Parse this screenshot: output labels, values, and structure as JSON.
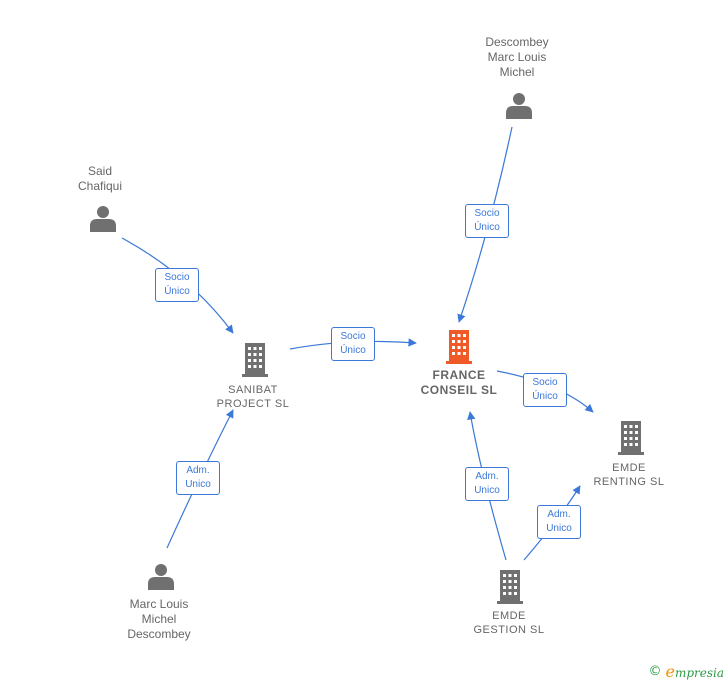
{
  "colors": {
    "edge": "#3b78d8",
    "person": "#707070",
    "company": "#707070",
    "focus_company": "#f05a28",
    "label": "#666666"
  },
  "nodes": {
    "descombey_top": {
      "label": "Descombey\nMarc Louis\nMichel",
      "icon": "person-icon"
    },
    "said": {
      "label": "Said\nChafiqui",
      "icon": "person-icon"
    },
    "sanibat": {
      "label": "SANIBAT\nPROJECT  SL",
      "icon": "building-icon"
    },
    "france": {
      "label": "FRANCE\nCONSEIL  SL",
      "icon": "building-icon"
    },
    "emde_renting": {
      "label": "EMDE\nRENTING  SL",
      "icon": "building-icon"
    },
    "marc_bottom": {
      "label": "Marc Louis\nMichel\nDescombey",
      "icon": "person-icon"
    },
    "emde_gestion": {
      "label": "EMDE\nGESTION  SL",
      "icon": "building-icon"
    }
  },
  "edges": [
    {
      "id": "said-sanibat",
      "label": "Socio\nÚnico"
    },
    {
      "id": "sanibat-france",
      "label": "Socio\nÚnico"
    },
    {
      "id": "descombey-france",
      "label": "Socio\nÚnico"
    },
    {
      "id": "france-renting",
      "label": "Socio\nÚnico"
    },
    {
      "id": "marc-sanibat",
      "label": "Adm.\nUnico"
    },
    {
      "id": "gestion-france",
      "label": "Adm.\nUnico"
    },
    {
      "id": "gestion-renting",
      "label": "Adm.\nUnico"
    }
  ],
  "footer": {
    "copyright": "©",
    "brand_initial": "e",
    "brand_rest": "mpresia"
  }
}
